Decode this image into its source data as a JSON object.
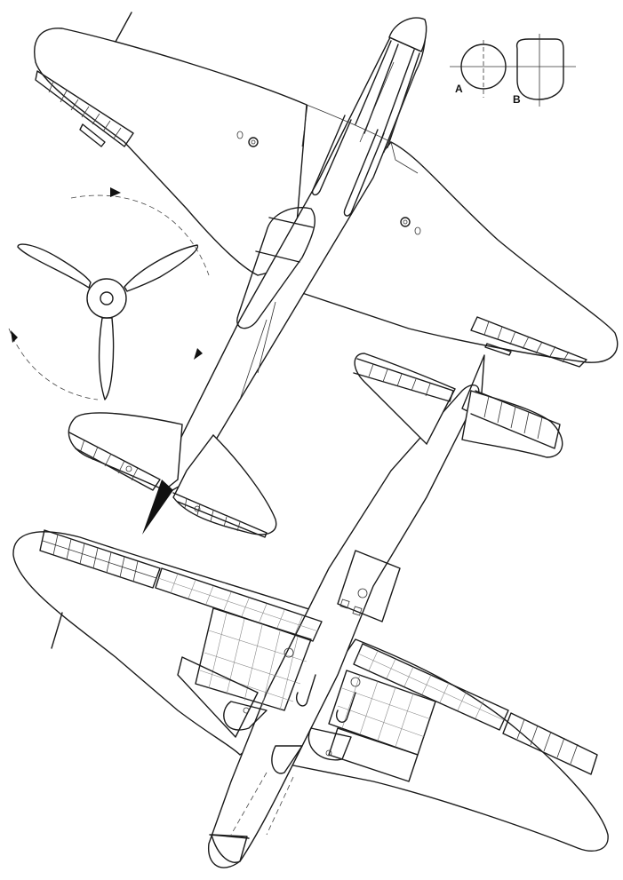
{
  "drawing": {
    "subject": "single-engine fighter aircraft, upper and lower plan views",
    "views": [
      {
        "name": "upper-plan-view",
        "position": "top",
        "orientation": "nose toward upper right"
      },
      {
        "name": "lower-plan-view",
        "position": "bottom",
        "orientation": "nose toward lower left"
      }
    ],
    "details": {
      "propeller": {
        "blades": 3,
        "rotation_arrows": 3
      },
      "cross_sections": [
        {
          "label": "A",
          "shape": "circle"
        },
        {
          "label": "B",
          "shape": "rounded-rectangle with rounded bottom"
        }
      ]
    },
    "colors": {
      "line": "#1a1a1a",
      "background": "#ffffff",
      "panel-lines": "#888888"
    }
  }
}
